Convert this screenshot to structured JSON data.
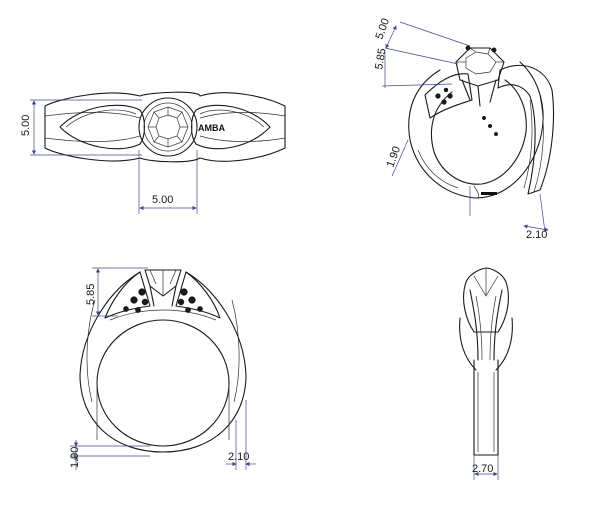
{
  "drawing": {
    "hallmark": "AMBA",
    "top_view": {
      "height_dim": "5.00",
      "width_dim": "5.00"
    },
    "iso_view": {
      "dim_a": "5.00",
      "dim_b": "5.85",
      "dim_c": "1.90",
      "dim_d": "2.10"
    },
    "front_view": {
      "setting_height_dim": "5.85",
      "band_thickness_dim": "1.90",
      "shank_width_dim": "2.10"
    },
    "side_view": {
      "band_width_dim": "2.70"
    }
  }
}
